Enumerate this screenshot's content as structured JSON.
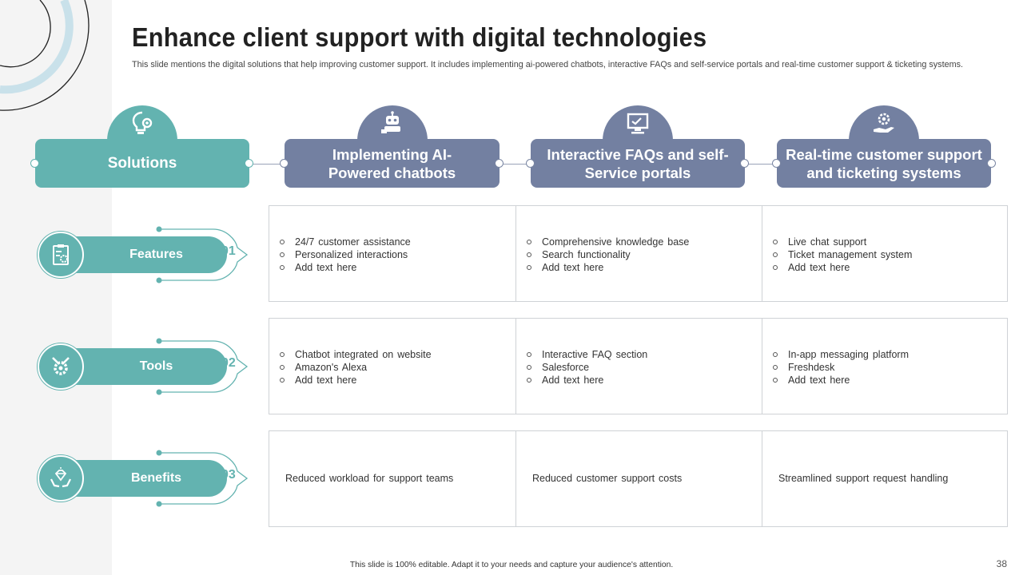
{
  "slide": {
    "title": "Enhance client support with digital technologies",
    "subtitle": "This slide mentions the digital solutions that help improving customer support. It includes implementing ai-powered chatbots, interactive FAQs  and self-service portals and real-time customer support & ticketing systems.",
    "footer": "This slide is 100% editable.  Adapt it to your needs and capture your audience's attention.",
    "page_number": "38"
  },
  "colors": {
    "teal": "#63b3b0",
    "slate": "#7380a1",
    "border": "#cfd2d6"
  },
  "headers": [
    {
      "label": "Solutions",
      "icon": "lightbulb-gear-icon"
    },
    {
      "label": "Implementing AI-Powered chatbots",
      "icon": "robot-icon"
    },
    {
      "label": "Interactive FAQs and self-Service portals",
      "icon": "monitor-portal-icon"
    },
    {
      "label": "Real-time customer support and ticketing systems",
      "icon": "hand-gear-icon"
    }
  ],
  "rows": [
    {
      "label": "Features",
      "number": "01",
      "icon": "checklist-gear-icon",
      "cells": [
        [
          "24/7 customer assistance",
          "Personalized interactions",
          "Add text here"
        ],
        [
          "Comprehensive  knowledge base",
          "Search functionality",
          "Add text here"
        ],
        [
          "Live  chat support",
          "Ticket management  system",
          "Add text here"
        ]
      ]
    },
    {
      "label": "Tools",
      "number": "02",
      "icon": "wrench-gear-icon",
      "cells": [
        [
          "Chatbot integrated on website",
          "Amazon's Alexa",
          "Add text here"
        ],
        [
          "Interactive  FAQ section",
          "Salesforce",
          "Add text here"
        ],
        [
          "In-app messaging platform",
          "Freshdesk",
          "Add text here"
        ]
      ]
    },
    {
      "label": "Benefits",
      "number": "03",
      "icon": "diamond-hands-icon",
      "cells": [
        "Reduced workload for support teams",
        "Reduced  customer support costs",
        "Streamlined support request handling"
      ]
    }
  ]
}
